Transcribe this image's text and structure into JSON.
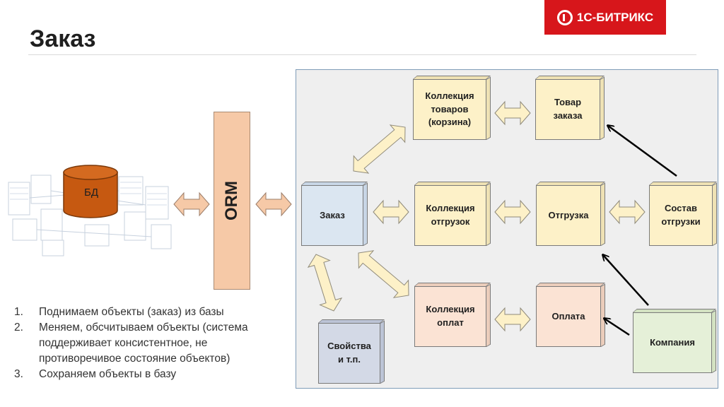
{
  "slide": {
    "title": "Заказ",
    "logo_text": "1С-БИТРИКС"
  },
  "diagram": {
    "db_label": "БД",
    "orm_label": "ORM",
    "boxes": {
      "order": "Заказ",
      "basket": "Коллекция товаров (корзина)",
      "basket_item": "Товар заказа",
      "shipments": "Коллекция отгрузок",
      "shipment": "Отгрузка",
      "shipment_items": "Состав отгрузки",
      "payments": "Коллекция оплат",
      "payment": "Оплата",
      "company": "Компания",
      "properties": "Свойства и т.п."
    }
  },
  "steps": [
    {
      "num": "1.",
      "text": "Поднимаем объекты (заказ) из базы"
    },
    {
      "num": "2.",
      "text": "Меняем, обсчитываем объекты (система поддерживает консистентное, не противоречивое состояние объектов)"
    },
    {
      "num": "3.",
      "text": "Сохраняем объекты в базу"
    }
  ],
  "colors": {
    "brand_red": "#d7161b",
    "db_orange": "#c65911",
    "orm_peach": "#f6c9a7",
    "yellow_box": "#fdf1c8",
    "blue_box": "#dbe6f1",
    "pink_box": "#fbe3d4",
    "green_box": "#e5f0d8"
  },
  "icons": [
    "database-icon",
    "double-arrow-icon",
    "arrow-icon"
  ]
}
